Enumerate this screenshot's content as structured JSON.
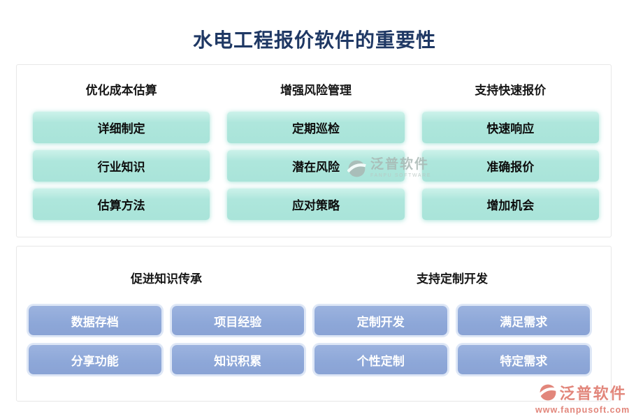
{
  "page": {
    "title": "水电工程报价软件的重要性"
  },
  "colors": {
    "title_text": "#1f3864",
    "teal_pill": "#aee6dc",
    "blue_pill": "#8da7d8",
    "blue_pill_text": "#ffffff",
    "header_text": "#161616",
    "panel_border": "#e7e7e7",
    "watermark_center": "#a9b8b4",
    "watermark_corner": "#e2867b"
  },
  "top_panel": {
    "columns": [
      {
        "header": "优化成本估算",
        "items": [
          "详细制定",
          "行业知识",
          "估算方法"
        ]
      },
      {
        "header": "增强风险管理",
        "items": [
          "定期巡检",
          "潜在风险",
          "应对策略"
        ]
      },
      {
        "header": "支持快速报价",
        "items": [
          "快速响应",
          "准确报价",
          "增加机会"
        ]
      }
    ]
  },
  "bottom_panel": {
    "sections": [
      {
        "header": "促进知识传承",
        "items": [
          "数据存档",
          "项目经验",
          "分享功能",
          "知识积累"
        ]
      },
      {
        "header": "支持定制开发",
        "items": [
          "定制开发",
          "满足需求",
          "个性定制",
          "特定需求"
        ]
      }
    ]
  },
  "watermarks": {
    "center": {
      "brand": "泛普软件",
      "subtitle": "FANPU SOFTWARE"
    },
    "corner": {
      "brand": "泛普软件",
      "url": "www.fanpusoft.com"
    }
  }
}
